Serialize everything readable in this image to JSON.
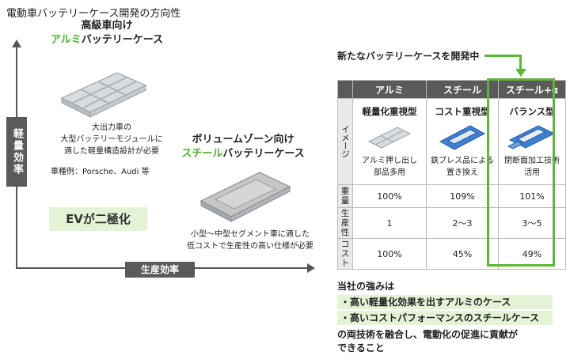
{
  "title": "電動車バッテリーケース開発の方向性",
  "axes": {
    "vertical": "軽量効率",
    "horizontal": "生産効率"
  },
  "premium": {
    "line1": "高級車向け",
    "line2_green": "アルミ",
    "line2_rest": "バッテリーケース",
    "desc1": "大出力車の",
    "desc2": "大型バッテリーモジュールに",
    "desc3": "適した軽量構造設計が必要",
    "models": "車種例：Porsche、Audi 等"
  },
  "ev_label": "EVが二極化",
  "volume": {
    "line1": "ボリュームゾーン向け",
    "line2_green": "スチール",
    "line2_rest": "バッテリーケース",
    "desc1": "小型～中型セグメント車に適した",
    "desc2": "低コストで生産性の高い仕様が必要"
  },
  "callout": "新たなバッテリーケースを開発中",
  "table": {
    "columns": [
      "アルミ",
      "スチール",
      "スチール+α"
    ],
    "types": [
      "軽量化重視型",
      "コスト重視型",
      "バランス型"
    ],
    "image_label": "イメージ",
    "image_notes": [
      [
        "アルミ押し出し",
        "部品多用"
      ],
      [
        "鉄プレス品による",
        "置き換え"
      ],
      [
        "閉断面加工技術",
        "活用"
      ]
    ],
    "rows": [
      {
        "label": "重量",
        "values": [
          "100%",
          "109%",
          "101%"
        ]
      },
      {
        "label": "生産性",
        "values": [
          "1",
          "2～3",
          "3～5"
        ]
      },
      {
        "label": "コスト",
        "values": [
          "100%",
          "45%",
          "49%"
        ]
      }
    ]
  },
  "strengths": {
    "title": "当社の強みは",
    "item1": "・高い軽量化効果を出すアルミのケース",
    "item2": "・高いコストパフォーマンスのスチールケース",
    "conclusion1": "の両技術を融合し、電動化の促進に貢献が",
    "conclusion2": "できること"
  },
  "colors": {
    "accent": "#5fb536",
    "header": "#5a5a5a",
    "band": "#e4f2d6"
  }
}
